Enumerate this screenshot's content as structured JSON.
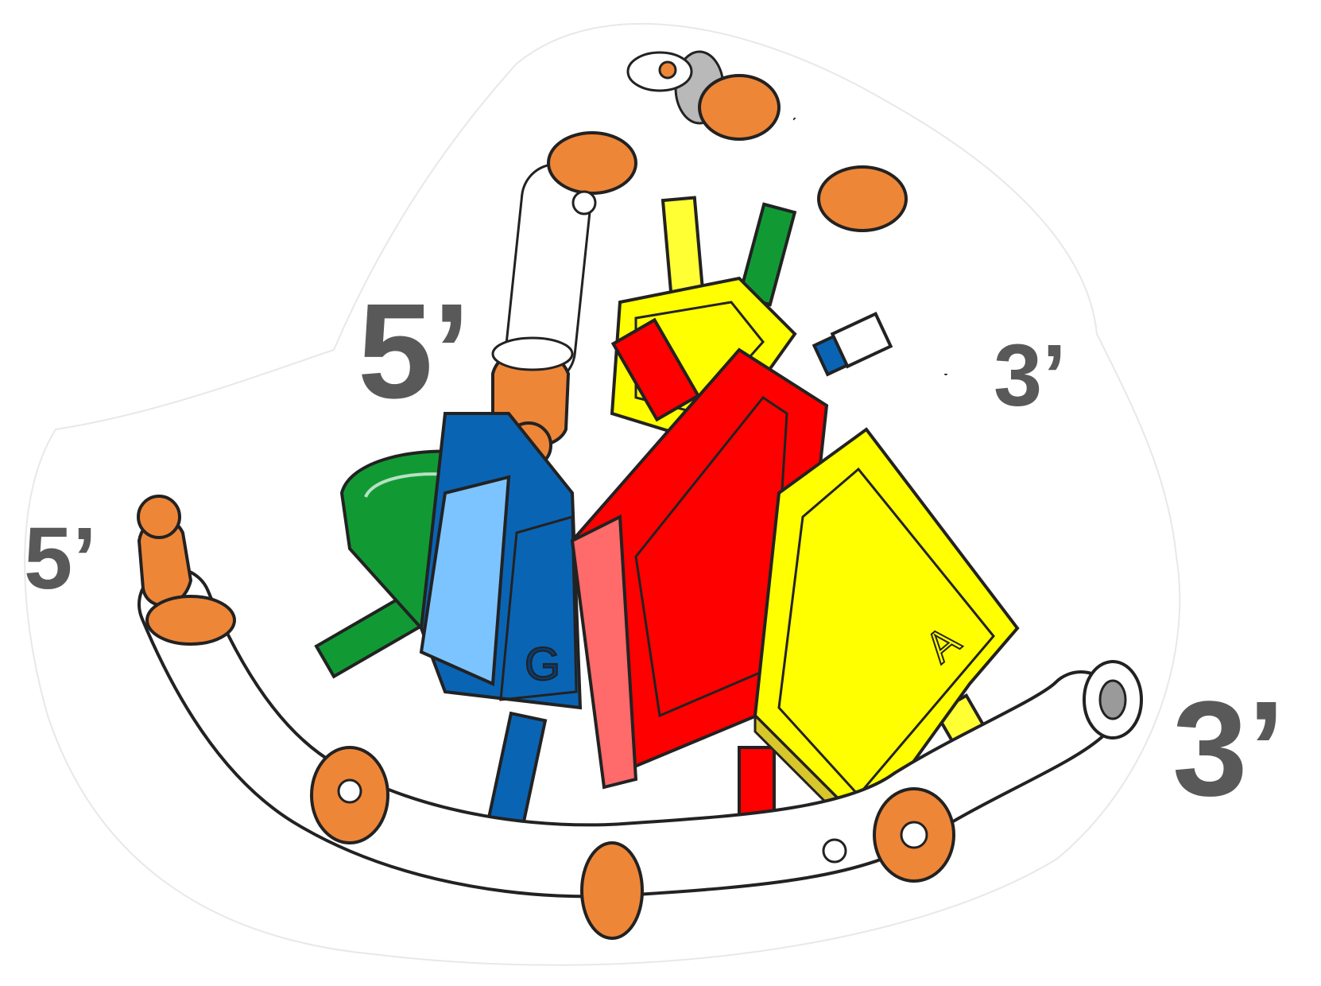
{
  "labels": {
    "top_left_end": "5’",
    "left_end": "5’",
    "top_right_end": "3’",
    "right_end": "3’"
  },
  "base_letters": {
    "blue_block": "G",
    "yellow_block": "A"
  },
  "colors": {
    "backbone_white": "#ffffff",
    "joint_orange": "#ee8638",
    "block_red": "#ff0000",
    "block_yellow": "#ffff00",
    "block_blue": "#0a64b4",
    "block_green": "#119a34",
    "label_gray": "#595959"
  },
  "icons": [
    "backbone-strand",
    "nucleotide-block"
  ]
}
